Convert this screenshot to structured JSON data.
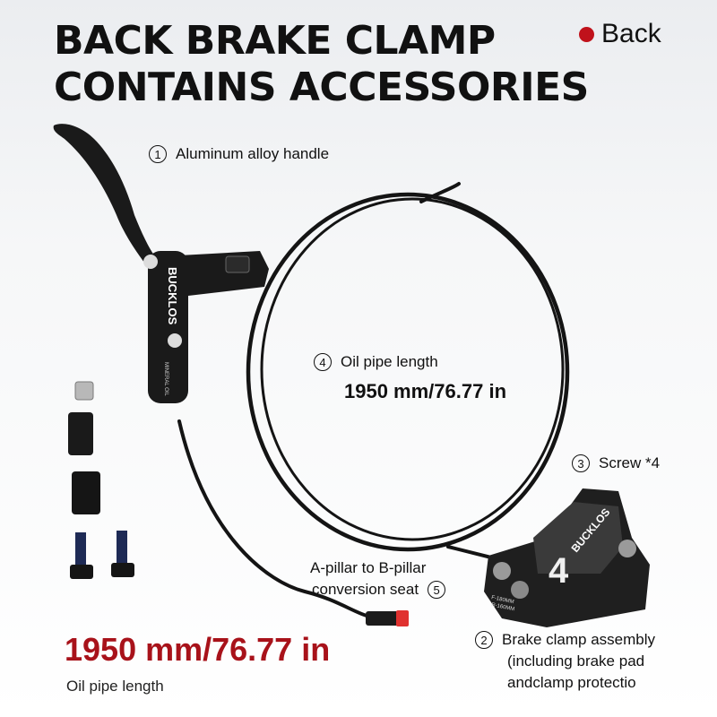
{
  "title": {
    "line1": "BACK BRAKE CLAMP",
    "line2": "CONTAINS ACCESSORIES"
  },
  "variant": {
    "label": "Back",
    "dot_color": "#c0121b"
  },
  "callouts": [
    {
      "number": "1",
      "text": "Aluminum alloy handle"
    },
    {
      "number": "2",
      "lines": [
        "Brake clamp  assembly",
        "(including brake  pad",
        "andclamp  protectio"
      ]
    },
    {
      "number": "3",
      "text": "Screw *4"
    },
    {
      "number": "4",
      "text": "Oil pipe length",
      "value": "1950 mm/76.77 in"
    },
    {
      "number": "5",
      "lines": [
        "A-pillar to B-pillar",
        "conversion seat"
      ]
    }
  ],
  "highlight": {
    "value": "1950 mm/76.77 in",
    "label": "Oil pipe length",
    "color": "#a8121a"
  },
  "product_branding": {
    "lever_brand": "BUCKLOS",
    "lever_sub": "MINERAL OIL",
    "caliper_brand": "BUCKLOS",
    "caliper_mark": "4",
    "caliper_spec_1": "F-180MM",
    "caliper_spec_2": "R-160MM"
  }
}
